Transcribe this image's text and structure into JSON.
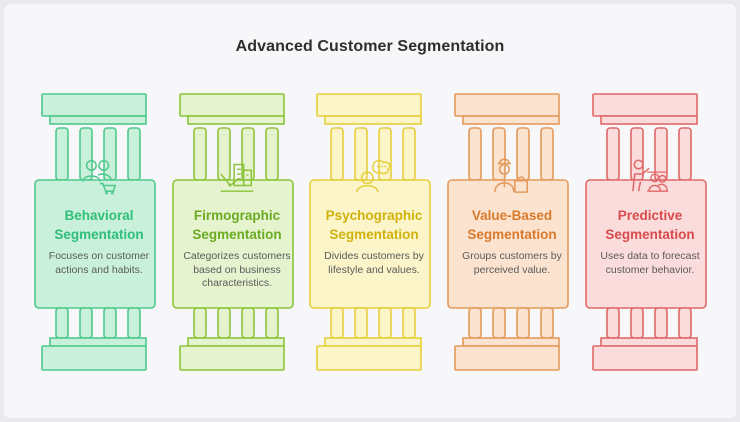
{
  "title": "Advanced Customer Segmentation",
  "pillars": [
    {
      "label": "Behavioral Segmentation",
      "description": "Focuses on customer actions and habits.",
      "icon": "people-cart-icon",
      "stroke": "#4fc98c",
      "fill": "#c9f0da",
      "text": "#2fbf7b"
    },
    {
      "label": "Firmographic Segmentation",
      "description": "Categorizes customers based on business characteristics.",
      "icon": "buildings-arrow-icon",
      "stroke": "#8bc43a",
      "fill": "#e6f3cf",
      "text": "#6bab22"
    },
    {
      "label": "Psychographic Segmentation",
      "description": "Divides customers by lifestyle and values.",
      "icon": "person-thought-icon",
      "stroke": "#e6cf3a",
      "fill": "#fbf5c9",
      "text": "#d1b20c"
    },
    {
      "label": "Value-Based Segmentation",
      "description": "Groups customers by perceived value.",
      "icon": "person-bag-icon",
      "stroke": "#e39a5a",
      "fill": "#fbe3cf",
      "text": "#d97a2c"
    },
    {
      "label": "Predictive Segmentation",
      "description": "Uses data to forecast customer behavior.",
      "icon": "presenter-chart-icon",
      "stroke": "#e06868",
      "fill": "#fbdcdc",
      "text": "#d94a4a"
    }
  ]
}
